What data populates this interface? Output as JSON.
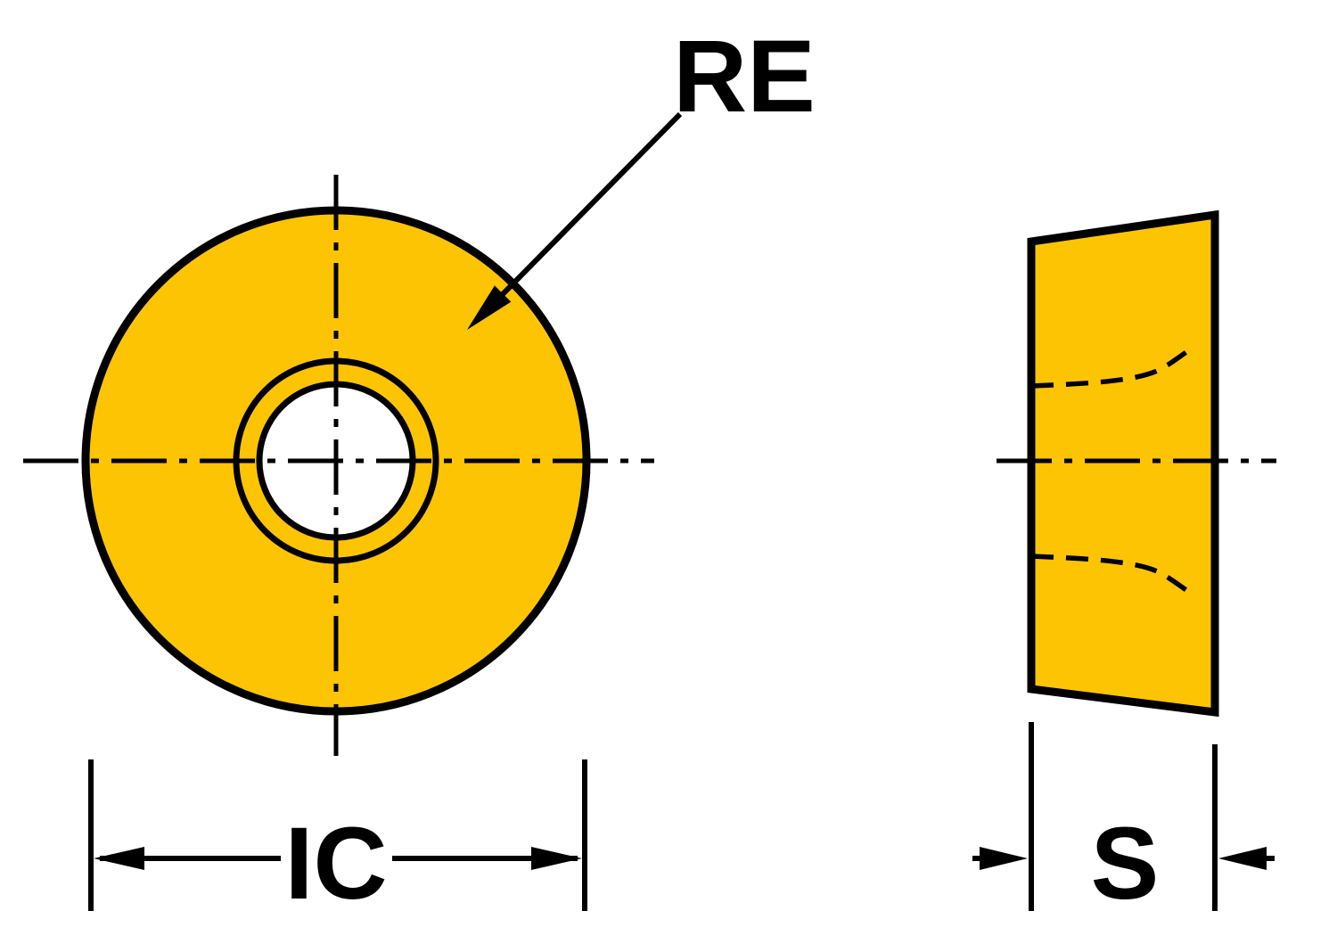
{
  "drawing": {
    "labels": {
      "corner_radius": "RE",
      "inscribed_circle_diameter": "IC",
      "thickness": "S"
    },
    "colors": {
      "insert_fill": "#FDC404",
      "line": "#000000",
      "background": "#FFFFFF"
    }
  }
}
